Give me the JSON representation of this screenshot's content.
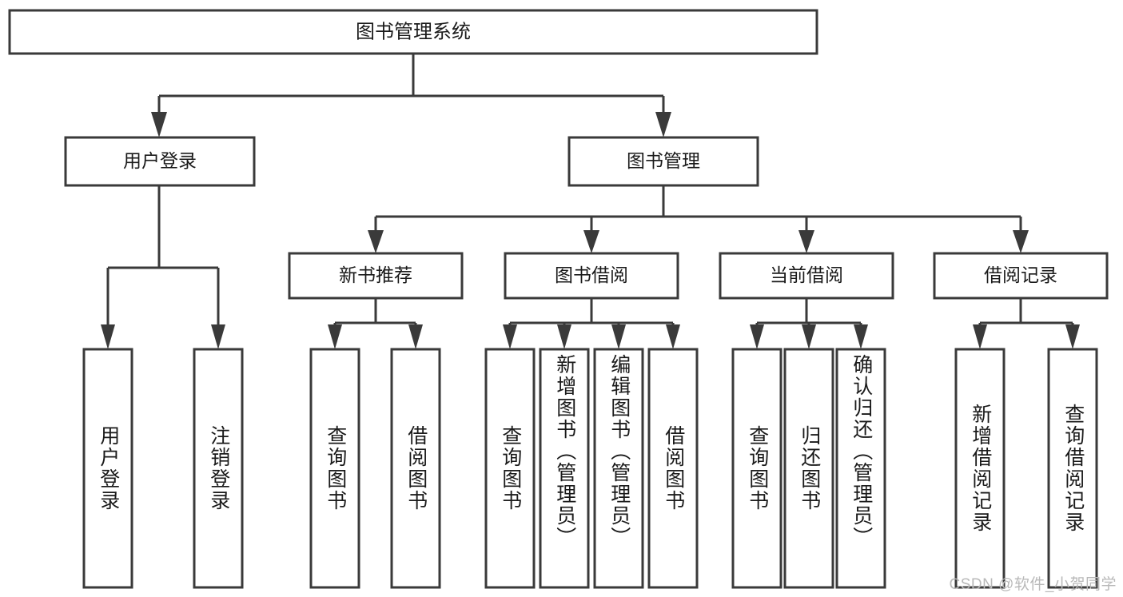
{
  "diagram": {
    "type": "hierarchy-tree",
    "title_node": {
      "label": "图书管理系统"
    },
    "level2": [
      {
        "id": "user-login",
        "label": "用户登录"
      },
      {
        "id": "book-management",
        "label": "图书管理"
      }
    ],
    "level3": [
      {
        "id": "new-book-recommend",
        "label": "新书推荐",
        "parent": "book-management"
      },
      {
        "id": "book-borrow",
        "label": "图书借阅",
        "parent": "book-management"
      },
      {
        "id": "current-borrow",
        "label": "当前借阅",
        "parent": "book-management"
      },
      {
        "id": "borrow-record",
        "label": "借阅记录",
        "parent": "book-management"
      }
    ],
    "leaves": [
      {
        "id": "leaf-user-login",
        "label": "用户登录",
        "parent": "user-login",
        "align": "center"
      },
      {
        "id": "leaf-logout-login",
        "label": "注销登录",
        "parent": "user-login",
        "align": "center"
      },
      {
        "id": "leaf-query-book-1",
        "label": "查询图书",
        "parent": "new-book-recommend",
        "align": "center"
      },
      {
        "id": "leaf-borrow-book-1",
        "label": "借阅图书",
        "parent": "new-book-recommend",
        "align": "center"
      },
      {
        "id": "leaf-query-book-2",
        "label": "查询图书",
        "parent": "book-borrow",
        "align": "center"
      },
      {
        "id": "leaf-add-book",
        "label": "新增图书（管理员）",
        "parent": "book-borrow",
        "align": "top"
      },
      {
        "id": "leaf-edit-book",
        "label": "编辑图书（管理员）",
        "parent": "book-borrow",
        "align": "top"
      },
      {
        "id": "leaf-borrow-book-2",
        "label": "借阅图书",
        "parent": "book-borrow",
        "align": "center"
      },
      {
        "id": "leaf-query-book-3",
        "label": "查询图书",
        "parent": "current-borrow",
        "align": "center"
      },
      {
        "id": "leaf-return-book",
        "label": "归还图书",
        "parent": "current-borrow",
        "align": "center"
      },
      {
        "id": "leaf-confirm-return",
        "label": "确认归还（管理员）",
        "parent": "current-borrow",
        "align": "top"
      },
      {
        "id": "leaf-add-borrow-record",
        "label": "新增借阅记录",
        "parent": "borrow-record",
        "align": "center"
      },
      {
        "id": "leaf-query-borrow-record",
        "label": "查询借阅记录",
        "parent": "borrow-record",
        "align": "center"
      }
    ]
  },
  "watermark": {
    "text": "CSDN @软件_小贺同学"
  },
  "colors": {
    "stroke": "#3a3a3a",
    "fill": "#ffffff",
    "text": "#1a1a1a",
    "watermark": "#b9b9b9"
  }
}
